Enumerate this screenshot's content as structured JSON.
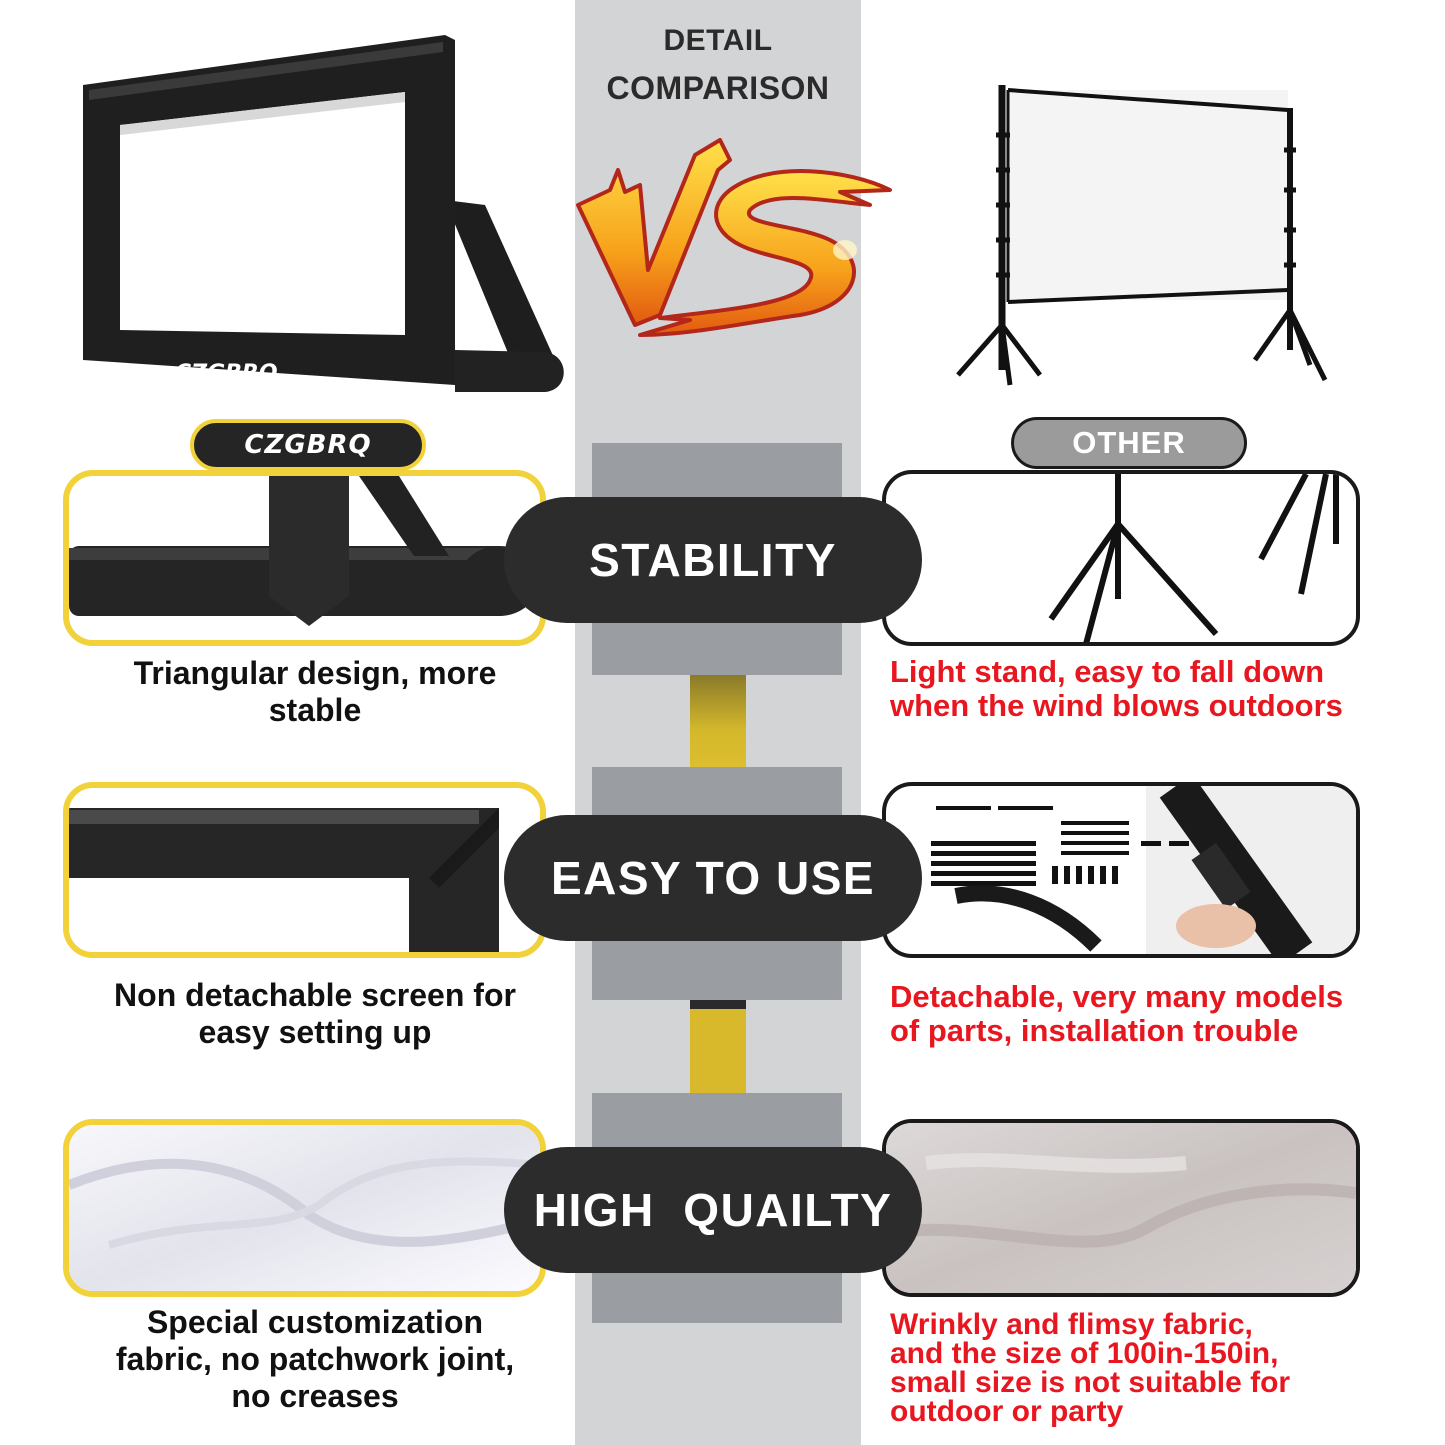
{
  "header": {
    "title_line1": "DETAIL",
    "title_line2": "COMPARISON",
    "vs_label": "VS"
  },
  "products": {
    "left": {
      "brand": "CZGBRQ",
      "hero_icon": "inflatable-screen-icon",
      "badge_label": "CZGBRQ"
    },
    "right": {
      "hero_icon": "stand-screen-icon",
      "badge_label": "OTHER"
    }
  },
  "comparisons": [
    {
      "feature": "STABILITY",
      "left_caption": "Triangular design, more\nstable",
      "left_image": "inflatable-base-closeup",
      "right_caption": "Light stand, easy to fall down\nwhen the wind blows outdoors",
      "right_image": "tripod-stands"
    },
    {
      "feature": "EASY TO USE",
      "left_caption": "Non detachable screen for\neasy setting up",
      "left_image": "inflatable-frame-corner",
      "right_caption": "Detachable, very many models\nof parts, installation trouble",
      "right_image": "detachable-parts"
    },
    {
      "feature": "HIGH  QUAILTY",
      "left_caption": "Special customization\nfabric, no patchwork joint,\nno creases",
      "left_image": "smooth-white-fabric",
      "right_caption": "Wrinkly and flimsy fabric,\nand the size of 100in-150in,\nsmall size is not suitable for\noutdoor or party",
      "right_image": "wrinkled-fabric"
    }
  ],
  "colors": {
    "accent_yellow": "#f1d23a",
    "pill_dark": "#2c2c2c",
    "negative_red": "#e8161f",
    "column_gray": "#d3d4d6",
    "block_gray": "#9a9ea3",
    "other_badge_gray": "#9b9b9b"
  }
}
